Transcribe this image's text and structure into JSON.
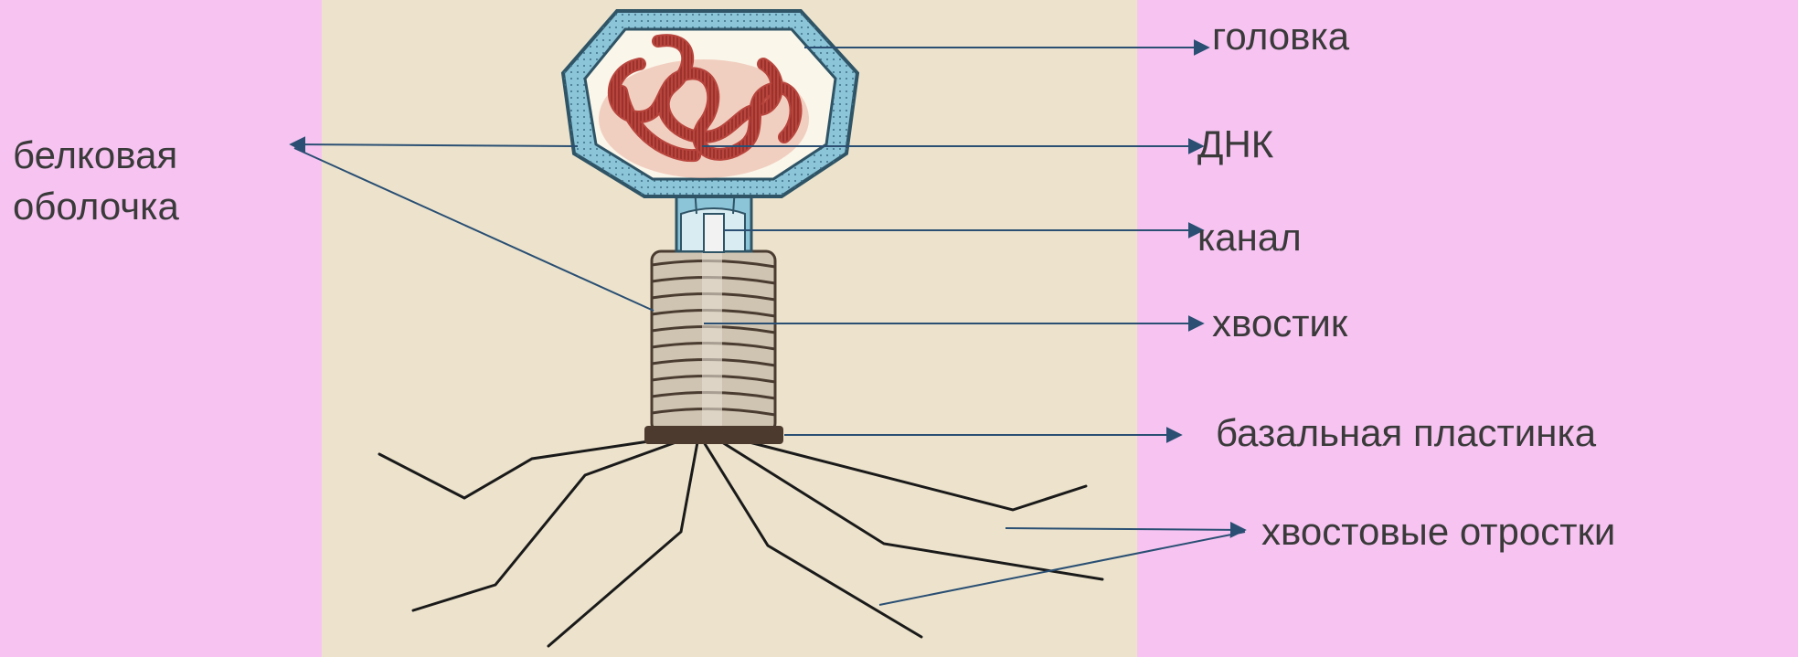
{
  "diagram": {
    "labels": {
      "head": "головка",
      "dna": "ДНК",
      "channel": "канал",
      "tail": "хвостик",
      "basal_plate": "базальная пластинка",
      "tail_fibers": "хвостовые отростки",
      "protein_coat_line1": "белковая",
      "protein_coat_line2": "оболочка"
    }
  },
  "colors": {
    "background": "#f7c4f2",
    "paper": "#ede3cc",
    "capsid": "#8cc4d8",
    "capsid_edge": "#2f5466",
    "dna": "#b8453d",
    "dna_light": "#e7a08f",
    "tail": "#cfc4b2",
    "tail_edge": "#4a3c30",
    "basal": "#4c3a2e",
    "arrow": "#2a4f73",
    "fiber": "#1a1a1a",
    "text": "#3a3a3a"
  }
}
